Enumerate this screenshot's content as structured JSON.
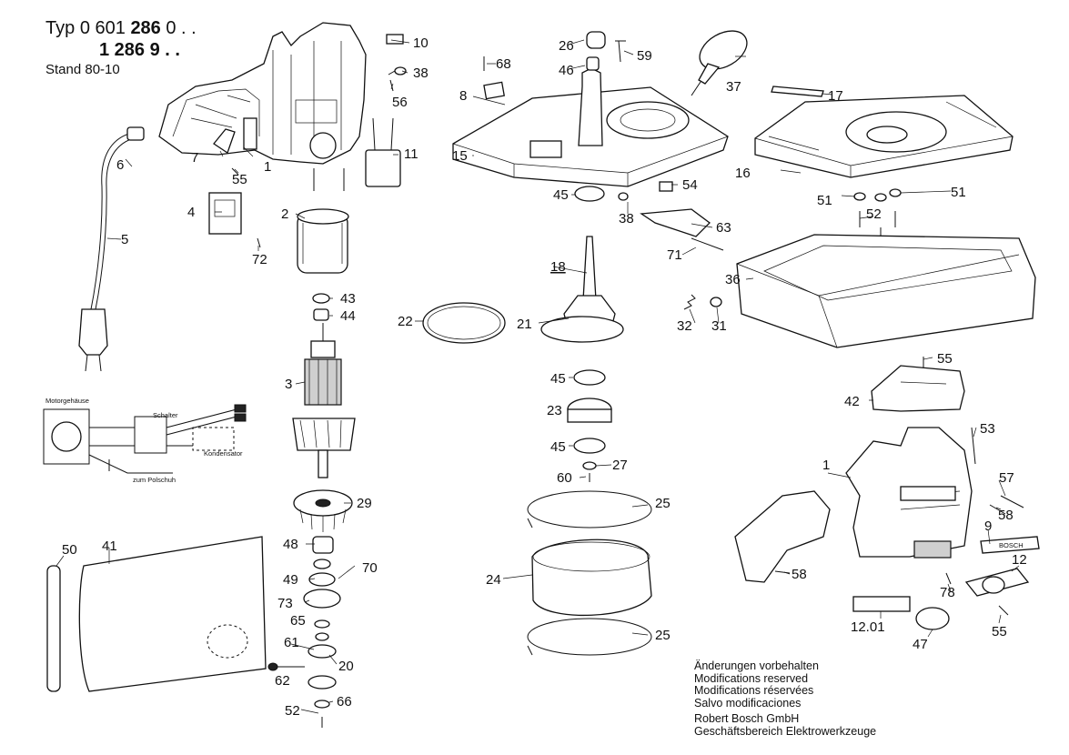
{
  "header": {
    "typ_label": "Typ",
    "typ_prefix": "0 601",
    "typ_model": "286",
    "typ_suffix": "0 . .",
    "line2": "1 286 9 . .",
    "stand": "Stand 80-10"
  },
  "footer": {
    "notes": [
      "Änderungen vorbehalten",
      "Modifications reserved",
      "Modifications réservées",
      "Salvo modificaciones"
    ],
    "company": "Robert Bosch GmbH",
    "division": "Geschäftsbereich Elektrowerkzeuge"
  },
  "wiring": {
    "motor_housing": "Motorgehäuse",
    "switch": "Schalter",
    "capacitor": "Kondensator",
    "pole_shoe": "zum Polschuh"
  },
  "part_labels": {
    "p1a": "1",
    "p1b": "1",
    "p2": "2",
    "p3": "3",
    "p4": "4",
    "p5": "5",
    "p6": "6",
    "p7": "7",
    "p8": "8",
    "p9": "9",
    "p10": "10",
    "p11": "11",
    "p12": "12",
    "p12_01": "12.01",
    "p15": "15",
    "p16": "16",
    "p17": "17",
    "p18": "18",
    "p20": "20",
    "p21": "21",
    "p22": "22",
    "p23": "23",
    "p24": "24",
    "p25a": "25",
    "p25b": "25",
    "p26": "26",
    "p27": "27",
    "p29": "29",
    "p31": "31",
    "p32": "32",
    "p36": "36",
    "p37": "37",
    "p38a": "38",
    "p38b": "38",
    "p41": "41",
    "p42": "42",
    "p43": "43",
    "p44": "44",
    "p45a": "45",
    "p45b": "45",
    "p45c": "45",
    "p46": "46",
    "p47": "47",
    "p48": "48",
    "p49": "49",
    "p50": "50",
    "p51a": "51",
    "p51b": "51",
    "p52a": "52",
    "p52b": "52",
    "p53": "53",
    "p54": "54",
    "p55a": "55",
    "p55b": "55",
    "p55c": "55",
    "p56": "56",
    "p57": "57",
    "p58a": "58",
    "p58b": "58",
    "p59": "59",
    "p60": "60",
    "p61": "61",
    "p62": "62",
    "p63": "63",
    "p65": "65",
    "p66": "66",
    "p68": "68",
    "p70": "70",
    "p71": "71",
    "p72": "72",
    "p73": "73",
    "p78": "78"
  },
  "brand_plate": "BOSCH"
}
